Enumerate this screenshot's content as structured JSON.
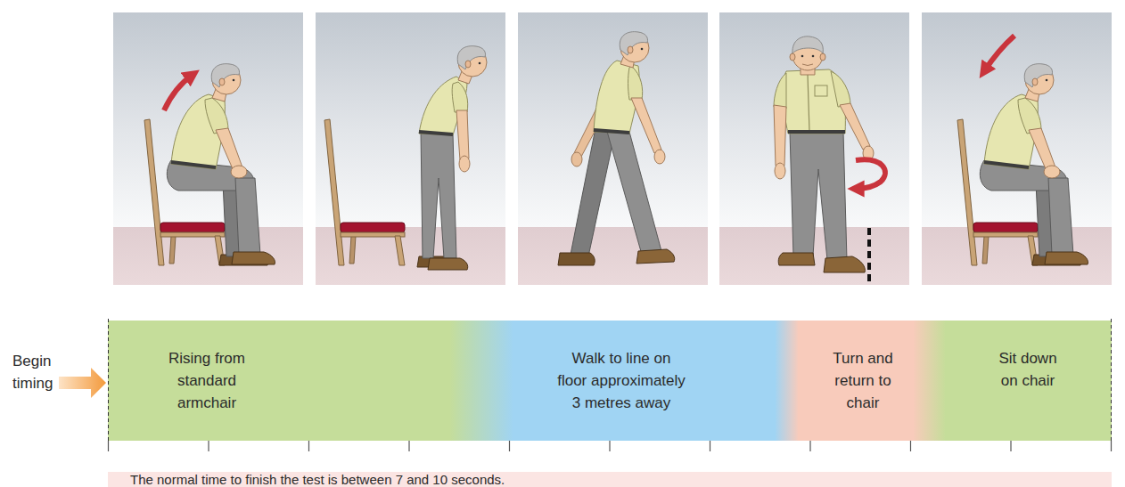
{
  "diagram": {
    "nodes": [
      {
        "text": [
          "Rising from standard armchair"
        ]
      },
      {
        "text": [
          "Walk to line on floor approximately 3 metres away"
        ]
      },
      {
        "text": [
          "Turn and return to chair"
        ]
      },
      {
        "text": [
          "Sit down on chair"
        ]
      },
      {
        "text": [
          "The normal time to finish the test is between 7 and 10 seconds."
        ]
      }
    ],
    "labels": [
      "Begin timing"
    ]
  }
}
